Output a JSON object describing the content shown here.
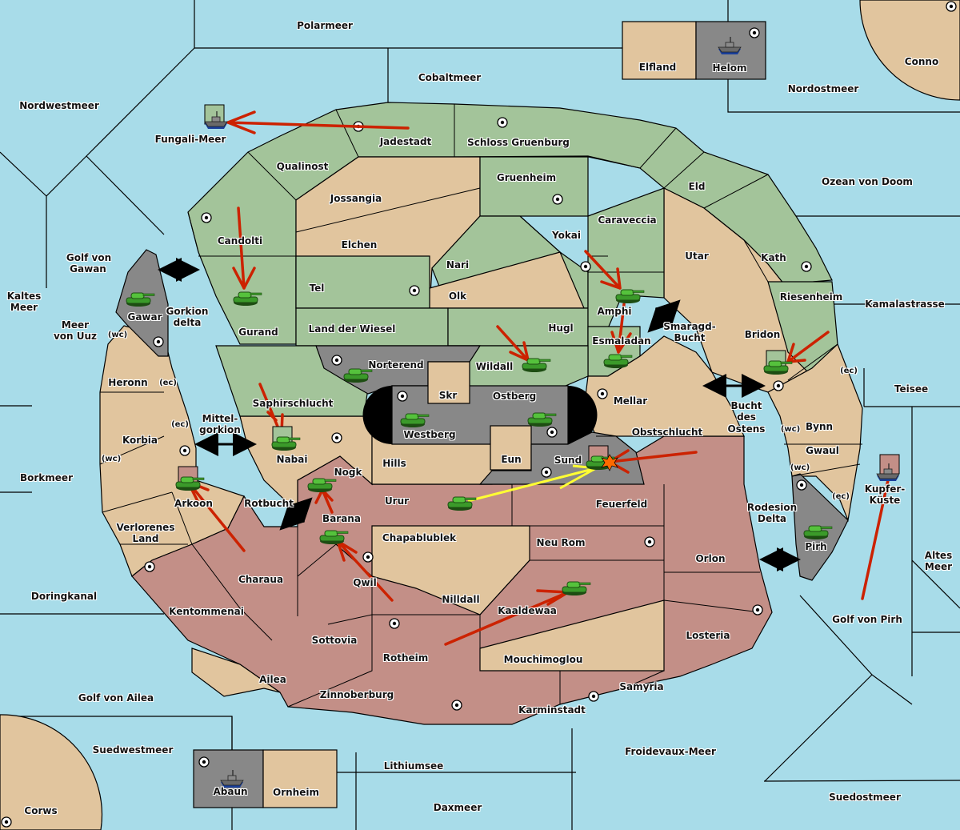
{
  "colors": {
    "sea": "#a8dce9",
    "green_power": "#a3c49a",
    "red_power": "#c38f87",
    "neutral_land": "#e1c59e",
    "gray_power": "#888888",
    "impassable": "#000000",
    "order_red": "#cc2200",
    "order_yellow": "#ffff33"
  },
  "seas": {
    "polarmeer": "Polarmeer",
    "cobaltmeer": "Cobaltmeer",
    "nordwestmeer": "Nordwestmeer",
    "fungali": "Fungali-Meer",
    "nordostmeer": "Nordostmeer",
    "ozean": "Ozean von Doom",
    "kamala": "Kamalastrasse",
    "teisee": "Teisee",
    "golf_gawan_1": "Golf von",
    "golf_gawan_2": "Gawan",
    "kaltes_1": "Kaltes",
    "kaltes_2": "Meer",
    "uuz_1": "Meer",
    "uuz_2": "von Uuz",
    "gorkion_1": "Gorkion",
    "gorkion_2": "delta",
    "mittel_1": "Mittel-",
    "mittel_2": "gorkion",
    "borkmeer": "Borkmeer",
    "rotbucht": "Rotbucht",
    "doringkanal": "Doringkanal",
    "golf_ailea": "Golf von Ailea",
    "suedwestmeer": "Suedwestmeer",
    "lithiumsee": "Lithiumsee",
    "daxmeer": "Daxmeer",
    "froidevaux": "Froidevaux-Meer",
    "suedostmeer": "Suedostmeer",
    "golf_pirh": "Golf von Pirh",
    "altes_1": "Altes",
    "altes_2": "Meer",
    "kupfer_1": "Kupfer-",
    "kupfer_2": "Küste",
    "smaragd_1": "Smaragd-",
    "smaragd_2": "Bucht",
    "bucht_1": "Bucht",
    "bucht_2": "des",
    "bucht_3": "Ostens",
    "rodesion_1": "Rodesion",
    "rodesion_2": "Delta"
  },
  "provinces": {
    "elfland": "Elfland",
    "helom": "Helom",
    "conno": "Conno",
    "jadestadt": "Jadestadt",
    "schloss": "Schloss Gruenburg",
    "qualinost": "Qualinost",
    "jossangia": "Jossangia",
    "gruenheim": "Gruenheim",
    "eld": "Eld",
    "caraveccia": "Caraveccia",
    "candolti": "Candolti",
    "elchen": "Elchen",
    "yokai": "Yokai",
    "nari": "Nari",
    "utar": "Utar",
    "kath": "Kath",
    "tel": "Tel",
    "olk": "Olk",
    "amphi": "Amphi",
    "riesenheim": "Riesenheim",
    "gawar": "Gawar",
    "gurand": "Gurand",
    "land_wiesel": "Land der Wiesel",
    "hugl": "Hugl",
    "bridon": "Bridon",
    "esmaladan": "Esmaladan",
    "norterend": "Norterend",
    "wildall": "Wildall",
    "heronn": "Heronn",
    "skr": "Skr",
    "ostberg": "Ostberg",
    "mellar": "Mellar",
    "saphir": "Saphirschlucht",
    "westberg": "Westberg",
    "obst": "Obstschlucht",
    "korbia": "Korbia",
    "nabai": "Nabai",
    "eun": "Eun",
    "sund": "Sund",
    "bynn": "Bynn",
    "hills": "Hills",
    "gwaul": "Gwaul",
    "nogk": "Nogk",
    "arkoon": "Arkoon",
    "urur": "Urur",
    "feuerfeld": "Feuerfeld",
    "barana": "Barana",
    "verlorenes_1": "Verlorenes",
    "verlorenes_2": "Land",
    "chapa": "Chapablublek",
    "neurom": "Neu Rom",
    "pirh": "Pirh",
    "orlon": "Orlon",
    "charaua": "Charaua",
    "qwil": "Qwil",
    "nilldall": "Nilldall",
    "kaaldewaa": "Kaaldewaa",
    "kentommenai": "Kentommenai",
    "sottovia": "Sottovia",
    "rotheim": "Rotheim",
    "mouchi": "Mouchimoglou",
    "losteria": "Losteria",
    "ailea": "Ailea",
    "samyria": "Samyria",
    "zinnober": "Zinnoberburg",
    "karminstadt": "Karminstadt",
    "abaun": "Abaun",
    "ornheim": "Ornheim",
    "corws": "Corws"
  },
  "coast_tags": {
    "wc": "(wc)",
    "ec": "(ec)"
  }
}
